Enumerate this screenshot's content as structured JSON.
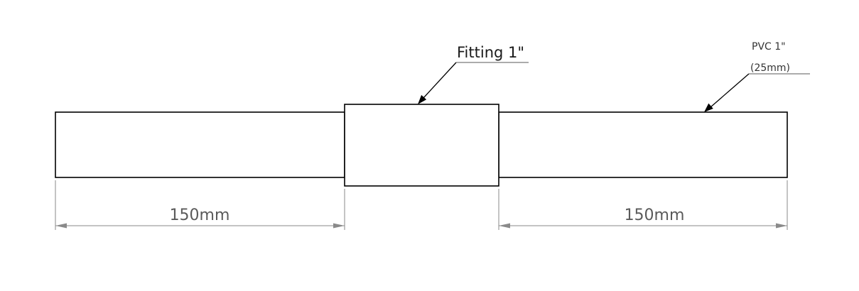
{
  "callouts": {
    "fitting": {
      "label": "Fitting 1\""
    },
    "pipe": {
      "line1": "PVC 1\"",
      "line2": "(25mm)"
    }
  },
  "dimensions": {
    "left": {
      "text": "150mm"
    },
    "right": {
      "text": "150mm"
    }
  }
}
